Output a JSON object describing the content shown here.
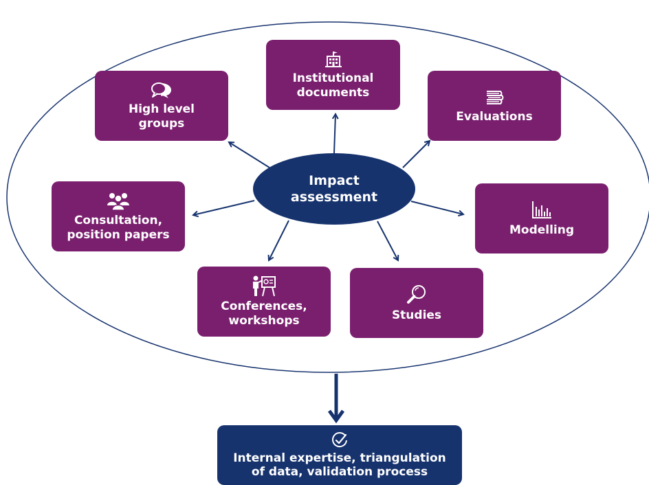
{
  "colors": {
    "source_box": "#7a1f6e",
    "center": "#17336e",
    "output_box": "#17336e",
    "outline": "#17336e",
    "arrow": "#17336e"
  },
  "center": {
    "label": "Impact\nassessment"
  },
  "sources": [
    {
      "id": "institutional",
      "icon": "building-icon",
      "label": "Institutional\ndocuments"
    },
    {
      "id": "high-level",
      "icon": "speech-bubbles-icon",
      "label": "High level\ngroups"
    },
    {
      "id": "evaluations",
      "icon": "books-icon",
      "label": "Evaluations"
    },
    {
      "id": "consultation",
      "icon": "people-group-icon",
      "label": "Consultation,\nposition papers"
    },
    {
      "id": "modelling",
      "icon": "bar-chart-icon",
      "label": "Modelling"
    },
    {
      "id": "conferences",
      "icon": "presenter-icon",
      "label": "Conferences,\nworkshops"
    },
    {
      "id": "studies",
      "icon": "magnifier-icon",
      "label": "Studies"
    }
  ],
  "output": {
    "icon": "check-circle-icon",
    "label": "Internal expertise, triangulation\nof data, validation process"
  }
}
